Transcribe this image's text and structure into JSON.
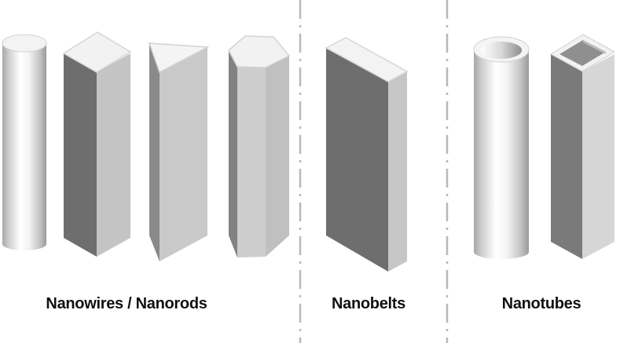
{
  "figure": {
    "groups": [
      {
        "id": "nanowires",
        "label": "Nanowires / Nanorods",
        "shapes": [
          "cylinder",
          "square-prism",
          "triangular-prism",
          "hexagonal-prism"
        ]
      },
      {
        "id": "nanobelts",
        "label": "Nanobelts",
        "shapes": [
          "flat-belt"
        ]
      },
      {
        "id": "nanotubes",
        "label": "Nanotubes",
        "shapes": [
          "hollow-cylinder",
          "hollow-square-tube"
        ]
      }
    ],
    "colors": {
      "background": "#ffffff",
      "divider": "#b8b8b8",
      "face_dark": "#6e6e6e",
      "face_mid": "#c4c4c4",
      "face_light": "#d4d4d4",
      "top_face": "#f2f2f2",
      "label_text": "#111111"
    }
  }
}
